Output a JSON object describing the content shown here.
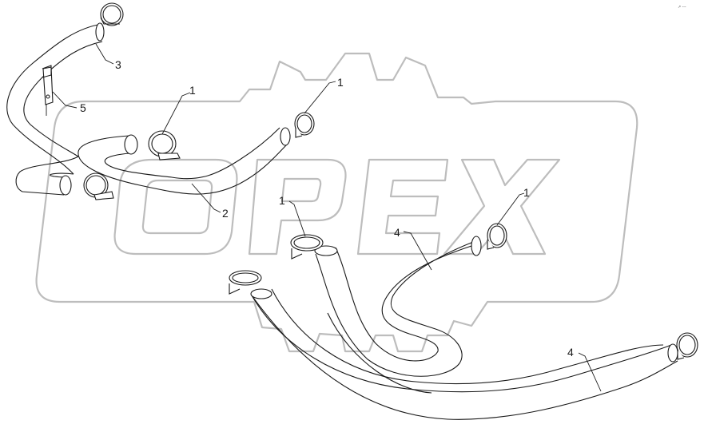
{
  "watermark": {
    "text": "OPEX"
  },
  "corner_mark": "↗ ---",
  "callouts": [
    {
      "id": "c3",
      "label": "3"
    },
    {
      "id": "c5",
      "label": "5"
    },
    {
      "id": "c1a",
      "label": "1"
    },
    {
      "id": "c1b",
      "label": "1"
    },
    {
      "id": "c2",
      "label": "2"
    },
    {
      "id": "c1c",
      "label": "1"
    },
    {
      "id": "c4a",
      "label": "4"
    },
    {
      "id": "c1d",
      "label": "1"
    },
    {
      "id": "c4b",
      "label": "4"
    }
  ],
  "parts": [
    {
      "number": "1",
      "icon": "hose-clamp-icon"
    },
    {
      "number": "2",
      "icon": "coolant-hose-icon"
    },
    {
      "number": "3",
      "icon": "coolant-hose-icon"
    },
    {
      "number": "4",
      "icon": "coolant-hose-icon"
    },
    {
      "number": "5",
      "icon": "mounting-bracket-icon"
    }
  ],
  "colors": {
    "line": "#1a1a1a",
    "watermark": "#bdbdbd",
    "background": "#ffffff"
  }
}
